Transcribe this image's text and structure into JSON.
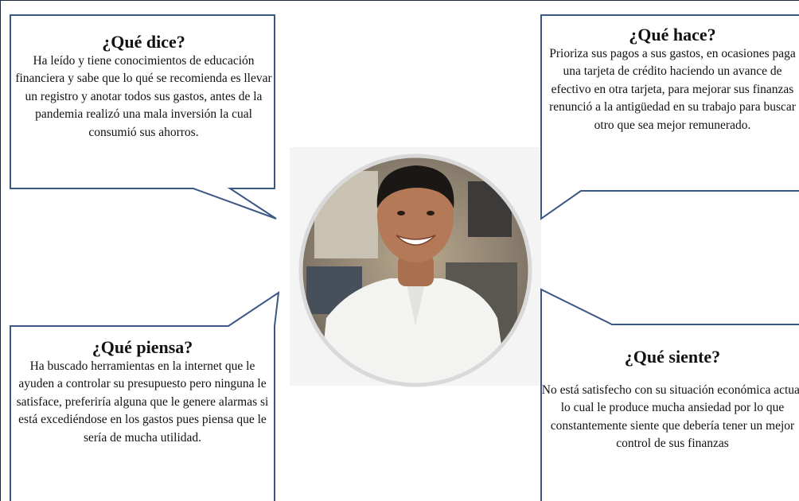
{
  "center": {
    "photo_alt": "Retrato de hombre sonriente con camisa blanca"
  },
  "quadrants": {
    "dice": {
      "title": "¿Qué dice?",
      "body": "Ha leído y tiene conocimientos de educación financiera y sabe que lo qué se recomienda es llevar un registro y anotar todos sus gastos, antes de la pandemia realizó una mala inversión la cual consumió sus ahorros."
    },
    "hace": {
      "title": "¿Qué hace?",
      "body": "Prioriza sus pagos a sus gastos, en ocasiones paga una tarjeta de crédito haciendo un avance de efectivo en otra tarjeta, para mejorar sus finanzas renunció a la antigüedad en su trabajo para buscar otro que sea mejor remunerado."
    },
    "piensa": {
      "title": "¿Qué piensa?",
      "body": "Ha buscado herramientas en la internet que le ayuden a controlar su presupuesto pero ninguna le satisface, preferiría alguna que le genere alarmas si está excediéndose en los gastos pues piensa que le sería de mucha utilidad."
    },
    "siente": {
      "title": "¿Qué siente?",
      "body": "No está satisfecho con su situación económica actual lo cual le produce mucha ansiedad  por lo que constantemente siente que debería tener un mejor control de sus finanzas"
    }
  },
  "colors": {
    "bubble_border": "#3b5783",
    "frame": "#1f2a3a",
    "photo_ring": "#d9d9d9"
  }
}
